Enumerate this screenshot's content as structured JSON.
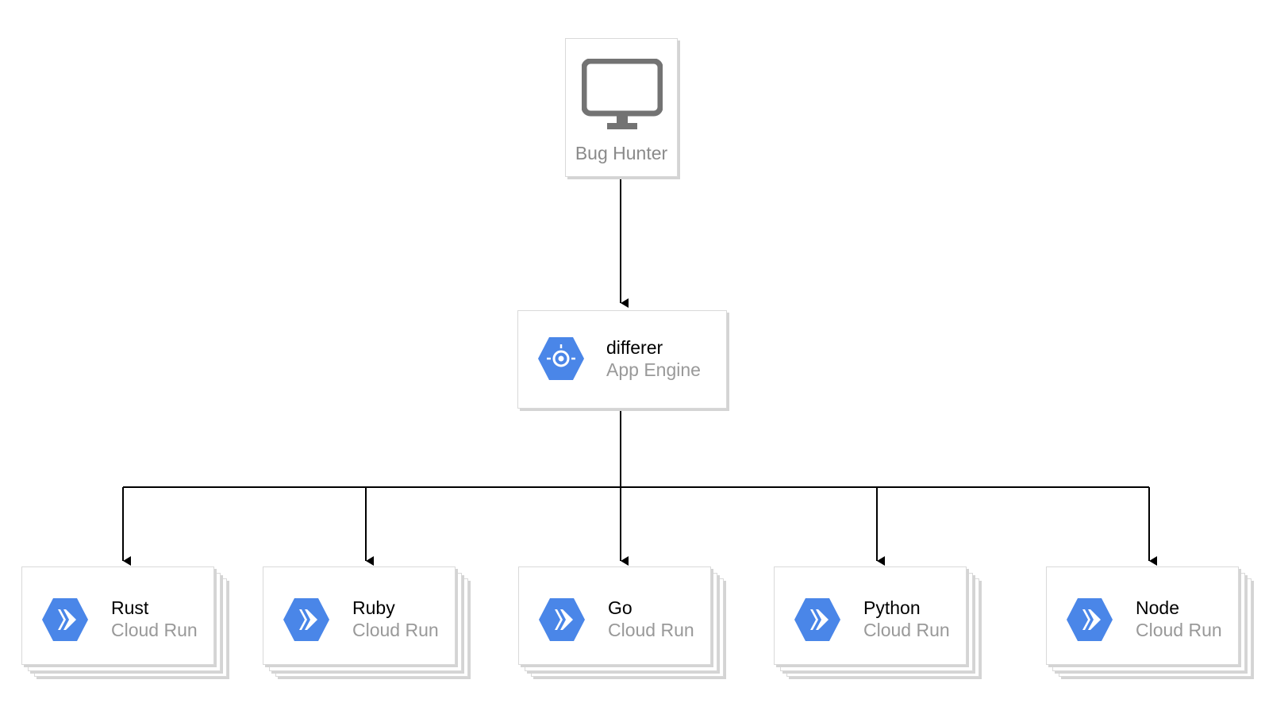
{
  "client": {
    "label": "Bug Hunter",
    "icon": "monitor-icon"
  },
  "differ": {
    "name": "differer",
    "service": "App Engine",
    "icon": "app-engine-icon"
  },
  "runners": [
    {
      "name": "Rust",
      "service": "Cloud Run",
      "icon": "cloud-run-icon"
    },
    {
      "name": "Ruby",
      "service": "Cloud Run",
      "icon": "cloud-run-icon"
    },
    {
      "name": "Go",
      "service": "Cloud Run",
      "icon": "cloud-run-icon"
    },
    {
      "name": "Python",
      "service": "Cloud Run",
      "icon": "cloud-run-icon"
    },
    {
      "name": "Node",
      "service": "Cloud Run",
      "icon": "cloud-run-icon"
    }
  ],
  "colors": {
    "gcp_blue": "#4a86e8",
    "gcp_blue_dark": "#3b6fd4",
    "edge": "#000000",
    "muted": "#999999"
  }
}
